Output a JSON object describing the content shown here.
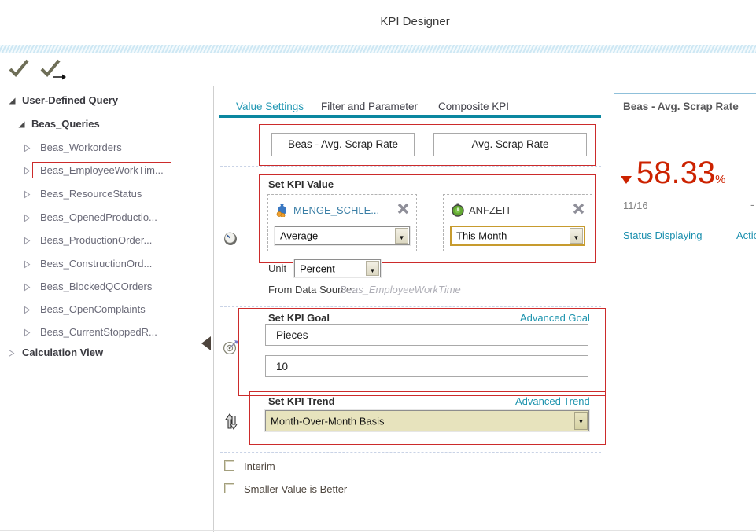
{
  "header": {
    "title": "KPI Designer"
  },
  "toolbar": {
    "icons": [
      "confirm-icon",
      "confirm-forward-icon"
    ]
  },
  "tree": {
    "items": [
      {
        "label": "User-Defined Query",
        "level": 0,
        "expanded": true,
        "bold": true,
        "selected": false
      },
      {
        "label": "Beas_Queries",
        "level": 1,
        "expanded": true,
        "bold": true,
        "selected": false
      },
      {
        "label": "Beas_Workorders",
        "level": 2,
        "expanded": false,
        "bold": false,
        "selected": false
      },
      {
        "label": "Beas_EmployeeWorkTim...",
        "level": 2,
        "expanded": false,
        "bold": false,
        "selected": true
      },
      {
        "label": "Beas_ResourceStatus",
        "level": 2,
        "expanded": false,
        "bold": false,
        "selected": false
      },
      {
        "label": "Beas_OpenedProductio...",
        "level": 2,
        "expanded": false,
        "bold": false,
        "selected": false
      },
      {
        "label": "Beas_ProductionOrder...",
        "level": 2,
        "expanded": false,
        "bold": false,
        "selected": false
      },
      {
        "label": "Beas_ConstructionOrd...",
        "level": 2,
        "expanded": false,
        "bold": false,
        "selected": false
      },
      {
        "label": "Beas_BlockedQCOrders",
        "level": 2,
        "expanded": false,
        "bold": false,
        "selected": false
      },
      {
        "label": "Beas_OpenComplaints",
        "level": 2,
        "expanded": false,
        "bold": false,
        "selected": false
      },
      {
        "label": "Beas_CurrentStoppedR...",
        "level": 2,
        "expanded": false,
        "bold": false,
        "selected": false
      },
      {
        "label": "Calculation View",
        "level": 0,
        "expanded": false,
        "bold": true,
        "selected": false
      }
    ]
  },
  "tabs": [
    {
      "label": "Value Settings",
      "active": true
    },
    {
      "label": "Filter and Parameter",
      "active": false
    },
    {
      "label": "Composite KPI",
      "active": false
    }
  ],
  "form": {
    "name_value": "Beas - Avg. Scrap Rate",
    "short_name_value": "Avg. Scrap Rate",
    "value_section": {
      "title": "Set KPI Value",
      "measure_field": "MENGE_SCHLE...",
      "measure_aggregation": "Average",
      "time_field": "ANFZEIT",
      "time_period": "This Month",
      "unit_label": "Unit",
      "unit_value": "Percent",
      "data_source_label": "From Data Source:",
      "data_source_value": "Beas_EmployeeWorkTime"
    },
    "goal_section": {
      "title": "Set KPI Goal",
      "advanced_label": "Advanced Goal",
      "type_value": "Pieces",
      "target_value": "10"
    },
    "trend_section": {
      "title": "Set KPI Trend",
      "advanced_label": "Advanced Trend",
      "basis_value": "Month-Over-Month Basis"
    },
    "options": [
      {
        "label": "Interim",
        "checked": false
      },
      {
        "label": "Smaller Value is Better",
        "checked": false
      }
    ]
  },
  "preview": {
    "title": "Beas - Avg. Scrap Rate",
    "value": "58.33",
    "unit": "%",
    "period": "11/16",
    "placeholder_dash": "-",
    "status_link": "Status Displaying",
    "action_link": "Action"
  },
  "icons": {
    "confirm-icon": "check mark",
    "confirm-forward-icon": "check mark with arrow",
    "tree-expand-icon": "filled corner triangle",
    "tree-collapse-icon": "outlined right triangle",
    "panel-collapse-icon": "filled left triangle",
    "kpi-value-icon": "clock sphere",
    "measure-icon": "blue measure jug with orange dots",
    "time-icon": "green stopwatch",
    "remove-icon": "gray X",
    "kpi-goal-icon": "target with dart",
    "kpi-trend-icon": "up-down arrows",
    "dropdown-arrow-icon": "black down triangle",
    "trend-down-icon": "red down triangle"
  },
  "colors": {
    "highlight_red": "#cc2b2b",
    "accent_teal": "#0a87a0",
    "link_teal": "#1e94ae",
    "value_red": "#cc2200",
    "focus_gold": "#c79b2e"
  }
}
